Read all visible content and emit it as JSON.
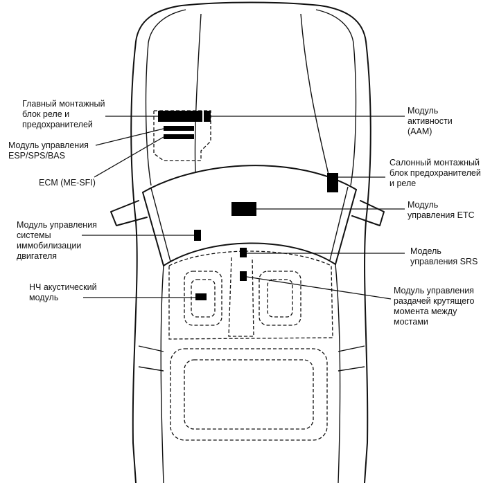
{
  "labels": {
    "main_relay_block": [
      "Главный монтажный",
      "блок реле и",
      "предохранителей"
    ],
    "esp_module": [
      "Модуль управления",
      "ESP/SPS/BAS"
    ],
    "ecm": [
      "ECM (ME-SFI)"
    ],
    "immobilizer": [
      "Модуль управления",
      "системы",
      "иммобилизации",
      "двигателя"
    ],
    "lf_acoustic": [
      "НЧ акустический",
      "модуль"
    ],
    "aam": [
      "Модуль",
      "активности",
      "(AAM)"
    ],
    "cabin_fuse_block": [
      "Салонный монтажный",
      "блок предохранителей",
      "и  реле"
    ],
    "etc_module": [
      "Модуль",
      "управления ETC"
    ],
    "srs_module": [
      "Модель",
      "управления SRS"
    ],
    "torque_module": [
      "Модуль управления",
      "раздачей крутящего",
      "момента между",
      "мостами"
    ]
  },
  "colors": {
    "ink": "#111111",
    "module_fill": "#000000",
    "background": "#ffffff"
  }
}
